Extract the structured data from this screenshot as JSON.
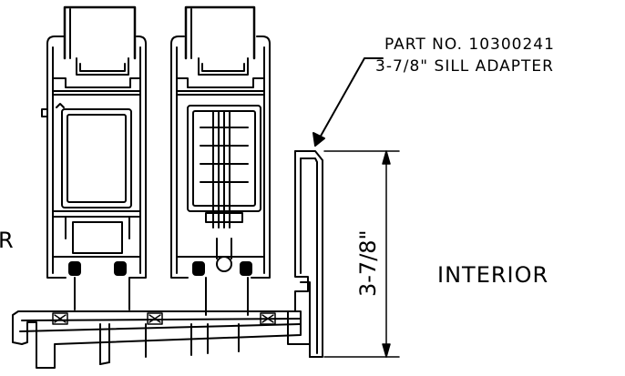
{
  "callout": {
    "part_line": "PART NO. 10300241",
    "desc_line": "3-7/8\" SILL ADAPTER"
  },
  "labels": {
    "exterior_fragment": "R",
    "interior": "INTERIOR"
  },
  "dimension": {
    "value": "3-7/8\""
  }
}
